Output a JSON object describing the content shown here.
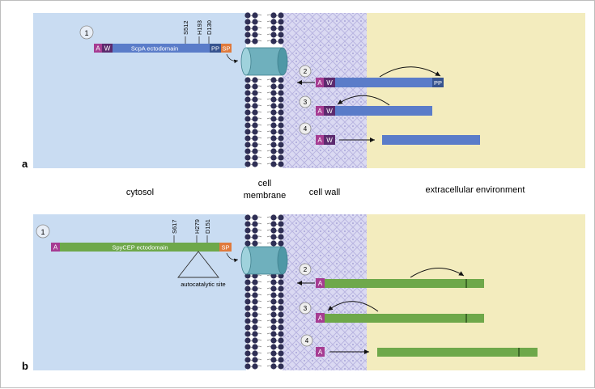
{
  "panel_a": {
    "letter": "a",
    "protein_name": "ScpA ectodomain",
    "domain_A": "A",
    "domain_W": "W",
    "domain_PP": "PP",
    "domain_SP": "SP",
    "residues": [
      "S512",
      "H193",
      "D130"
    ],
    "steps": [
      "1",
      "2",
      "3",
      "4"
    ],
    "pp_tag": "PP"
  },
  "labels": {
    "cytosol": "cytosol",
    "membrane_line1": "cell",
    "membrane_line2": "membrane",
    "cell_wall": "cell wall",
    "extracellular": "extracellular environment"
  },
  "panel_b": {
    "letter": "b",
    "protein_name": "SpyCEP ectodomain",
    "domain_A": "A",
    "domain_SP": "SP",
    "residues": [
      "S617",
      "H279",
      "D151"
    ],
    "autocatalytic": "autocatalytic site",
    "steps": [
      "1",
      "2",
      "3",
      "4"
    ]
  },
  "colors": {
    "cytosol": "#c9dcf2",
    "cell_wall": "#dad9f2",
    "extracellular": "#f3ecbe",
    "scpa": "#5a7cc9",
    "spycep": "#6ea84a",
    "domain_A": "#a63c92",
    "domain_W": "#5c2a6e",
    "domain_PP": "#36538f",
    "domain_SP": "#e07a3c",
    "lipid_head": "#2f2f55",
    "pore": "#6fb0bd"
  }
}
